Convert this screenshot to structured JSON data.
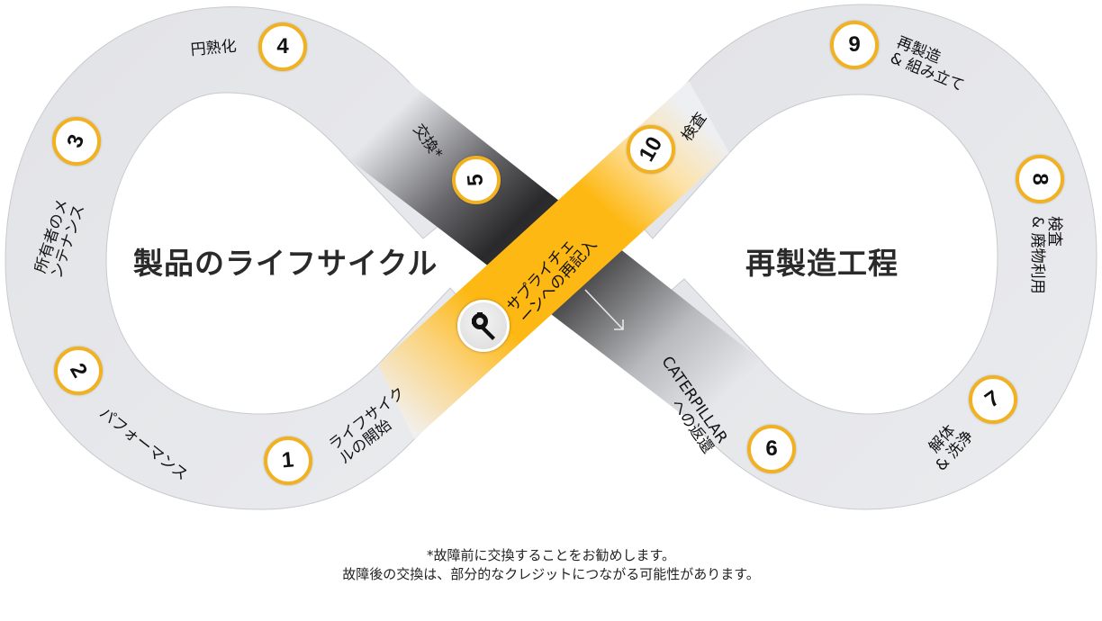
{
  "titles": {
    "left_loop": "製品のライフサイクル",
    "right_loop": "再製造工程"
  },
  "center_band": {
    "label_line1": "サプライチェ",
    "label_line2": "ーンへの再記入",
    "icon": "wrench-icon"
  },
  "steps": [
    {
      "number": "1",
      "label_lines": [
        "ライフサイク",
        "ルの開始"
      ]
    },
    {
      "number": "2",
      "label_lines": [
        "パフォーマンス"
      ]
    },
    {
      "number": "3",
      "label_lines": [
        "所有者のメ",
        "ンテナンス"
      ]
    },
    {
      "number": "4",
      "label_lines": [
        "円熟化"
      ]
    },
    {
      "number": "5",
      "label_lines": [
        "交換*"
      ]
    },
    {
      "number": "6",
      "label_lines": [
        "CATERPILLAR",
        "への返還"
      ]
    },
    {
      "number": "7",
      "label_lines": [
        "解体",
        "& 洗浄"
      ]
    },
    {
      "number": "8",
      "label_lines": [
        "検査",
        "& 廃物利用"
      ]
    },
    {
      "number": "9",
      "label_lines": [
        "再製造",
        "& 組み立て"
      ]
    },
    {
      "number": "10",
      "label_lines": [
        "検査"
      ]
    }
  ],
  "footnote": {
    "line1": "*故障前に交換することをお勧めします。",
    "line2": "故障後の交換は、部分的なクレジットにつながる可能性があります。"
  },
  "colors": {
    "band_gray": "#e4e5e8",
    "accent_yellow": "#fdb813",
    "circle_border": "#f2b120",
    "dark_band": "#2b2b2d"
  }
}
